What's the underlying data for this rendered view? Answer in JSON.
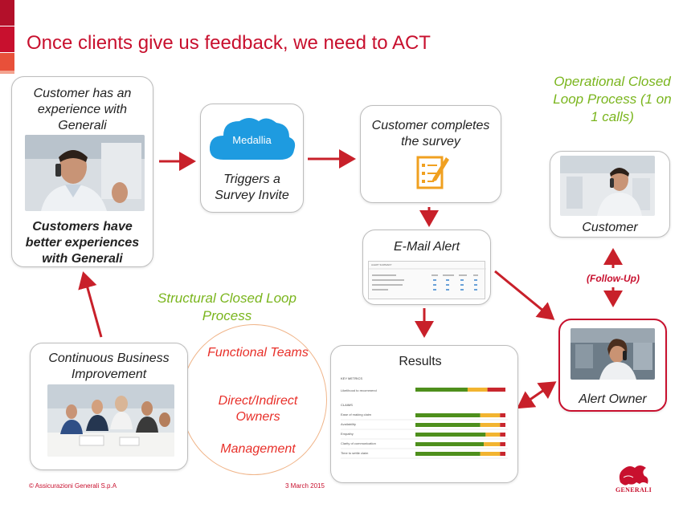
{
  "title": "Once clients give us feedback, we need to ACT",
  "customer_box": {
    "top_text": "Customer has an experience with Generali",
    "bottom_text": "Customers have better experiences with Generali"
  },
  "medallia_box": {
    "cloud_label": "Medallia",
    "text": "Triggers a Survey Invite"
  },
  "survey_box": {
    "text": "Customer completes the survey"
  },
  "email_box": {
    "text": "E-Mail Alert",
    "table_header": "ALERT SUMMARY"
  },
  "results_box": {
    "text": "Results",
    "metrics_header": "KEY METRICS",
    "metric_row": "Likelihood to recommend",
    "claims_header": "CLAIMS",
    "claims_rows": [
      "Ease of making claim",
      "Availability",
      "Empathy",
      "Clarity of communication",
      "Time to settle claim"
    ],
    "bar_colors": {
      "good": "#4e8f1c",
      "mid": "#f2b430",
      "bad": "#c8272e"
    }
  },
  "operational": {
    "text": "Operational Closed Loop Process (1 on 1 calls)"
  },
  "customer_small": {
    "text": "Customer"
  },
  "follow_up": "(Follow-Up)",
  "alert_owner": {
    "text": "Alert Owner"
  },
  "structural": {
    "text": "Structural Closed Loop Process"
  },
  "circle_items": [
    "Functional Teams",
    "Direct/Indirect Owners",
    "Management"
  ],
  "cbi_box": {
    "text": "Continuous Business Improvement"
  },
  "footer": {
    "copyright": "© Assicurazioni Generali  S.p.A",
    "date": "3 March 2015",
    "logo_text": "GENERALI"
  },
  "colors": {
    "brand_red": "#c8102e",
    "arrow_red": "#c8202a",
    "green": "#7ab51d",
    "cloud_blue": "#1e9be0",
    "icon_orange": "#f0a020"
  }
}
